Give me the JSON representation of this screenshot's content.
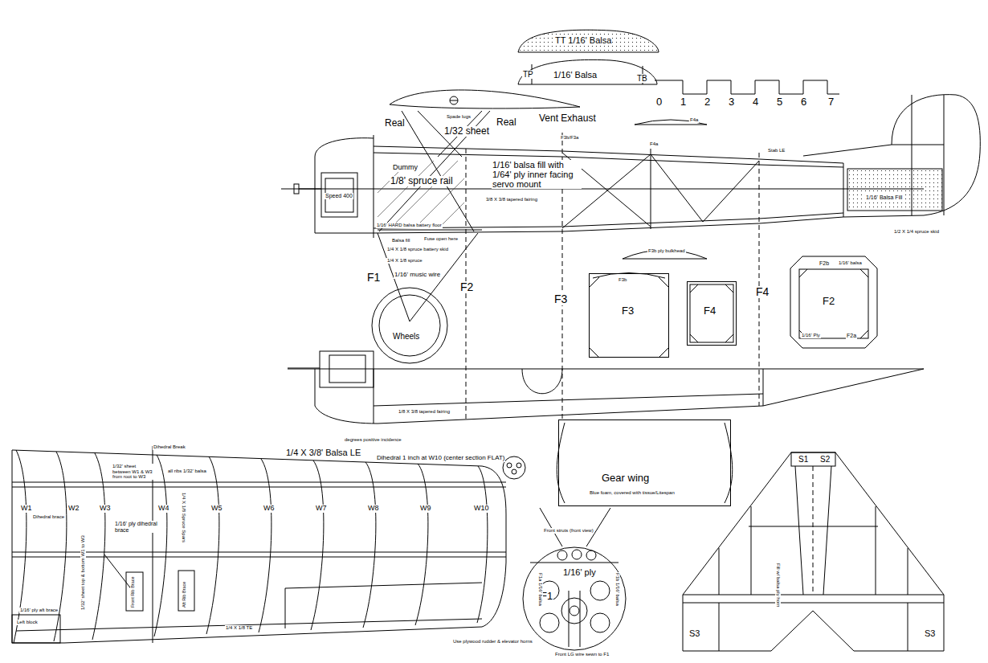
{
  "diagram": {
    "nodes": [
      {
        "text": [
          "F3b",
          "F3"
        ]
      },
      {
        "text": [
          "F4"
        ]
      },
      {
        "text": [
          "F2b",
          "1/16' balsa",
          "F2",
          "1/16' Ply",
          "F2a"
        ]
      },
      {
        "text": [
          "Wheels"
        ]
      },
      {
        "text": [
          "Gear wing",
          "Blue foam, covered with tissue/Litespan"
        ]
      },
      {
        "text": [
          "1/16' ply",
          "F1"
        ]
      }
    ],
    "labels": [
      "TT 1/16' Balsa",
      "TP",
      "1/16' Balsa",
      "TB",
      "0",
      "1",
      "2",
      "3",
      "4",
      "5",
      "6",
      "7",
      "Real",
      "Spade lugs",
      "Real",
      "Vent Exhaust",
      "1/32 sheet",
      "F3b/F3a",
      "F4a",
      "Stab LE",
      "Dummy",
      "1/8' spruce rail",
      "1/16' balsa fill with 1/64' ply inner facing servo mount",
      "Speed 400",
      "3/8 X 3/8 tapered fairing",
      "1/16' HARD balsa battery floor",
      "Balsa fill",
      "Fuse open here",
      "1/4 X 1/8 spruce battery skid",
      "1/4 X 1/8 spruce",
      "F1",
      "1/16' music wire",
      "F2",
      "F3",
      "F3b ply bulkhead",
      "F4",
      "1/16' Balsa Fill",
      "1/2 X 1/4 spruce skid",
      "F4a",
      "1/8 X 3/8 tapered fairing",
      "Dihedral Break",
      "degrees positive incidence",
      "1/4 X 3/8' Balsa LE",
      "Dihedral 1 inch at W10 (center section FLAT)",
      "W1",
      "Dihedral brace",
      "W2",
      "W3",
      "W4",
      "W5",
      "W6",
      "W7",
      "W8",
      "W9",
      "W10",
      "1/32' sheet between W1 & W3 from root to W3",
      "all ribs 1/32' balsa",
      "1/16' ply dihedral brace",
      "1/4 X 1/8 Spruce Spars",
      "1/32' sheet top & bottom W1 to W3",
      "Front Rib Brace",
      "Aft Rib Brace",
      "1/16' ply aft brace",
      "Left block",
      "1/4 X 1/8 TE",
      "Use plywood rudder & elevator horns",
      "Front struts (front view)",
      "F1a 1/16' balsa",
      "F1b 1/16' balsa",
      "Front LG wire sewn to F1",
      "S1",
      "S2",
      "S3",
      "S3",
      "Fill w/ balsa ply horn"
    ]
  }
}
